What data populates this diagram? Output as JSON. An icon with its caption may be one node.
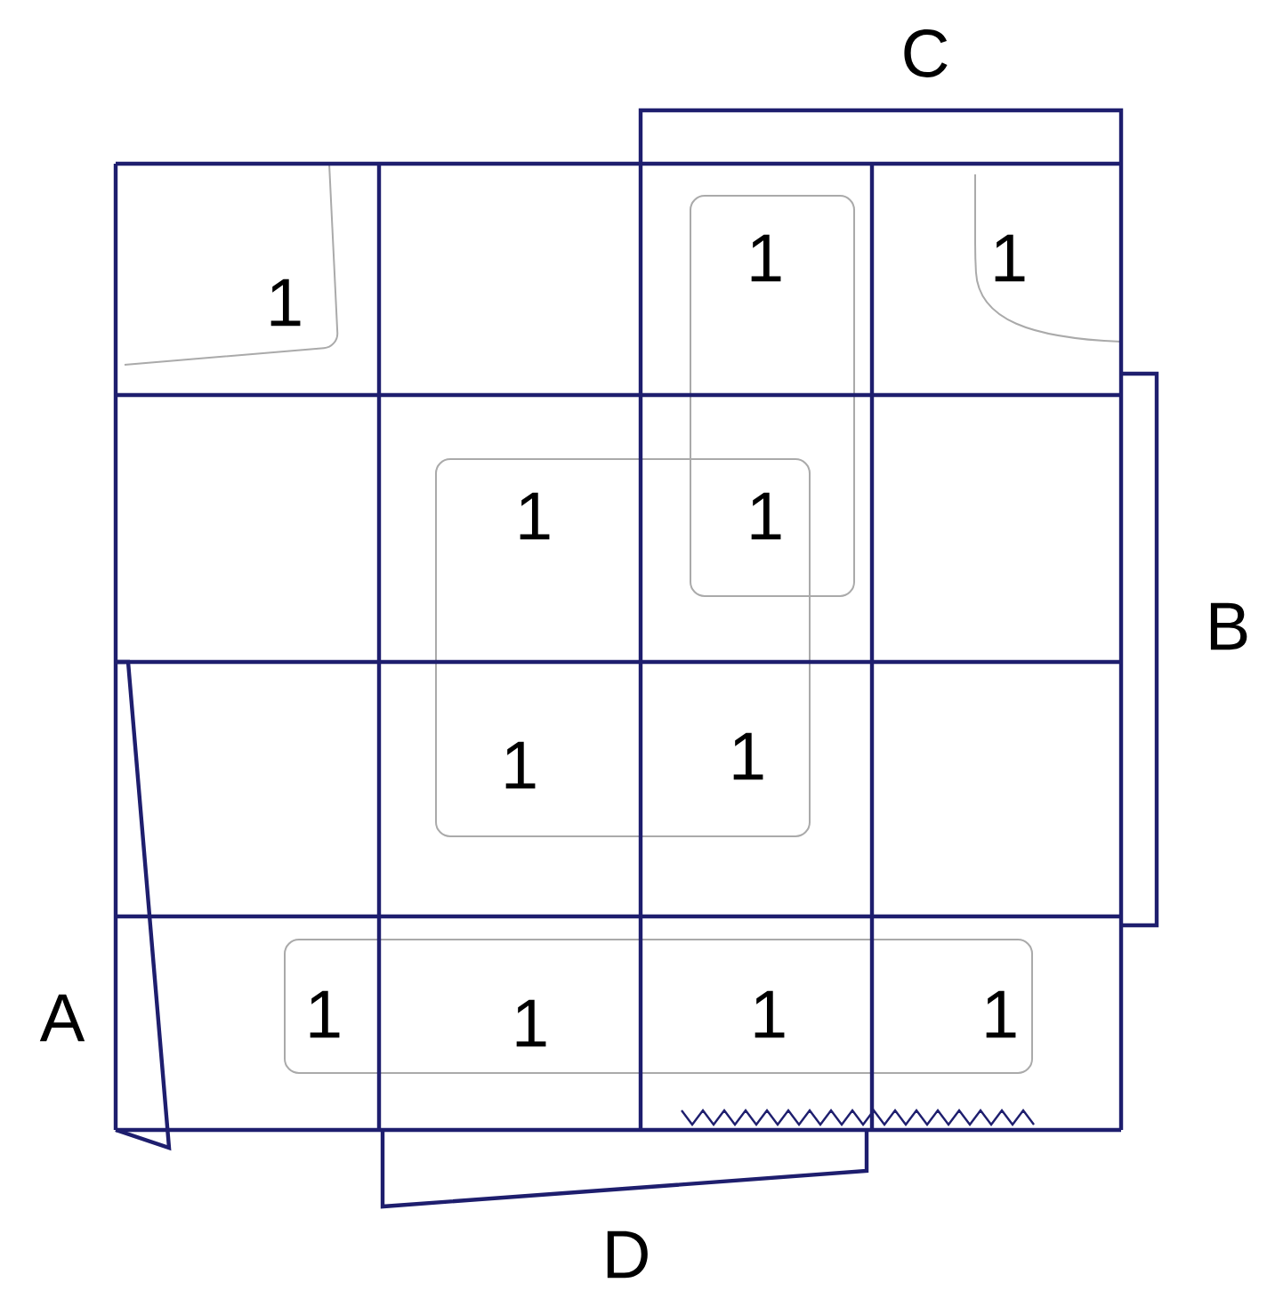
{
  "diagram": {
    "labels": [
      "C",
      "1",
      "1",
      "1",
      "1",
      "1",
      "B",
      "1",
      "1",
      "A",
      "1",
      "1",
      "1",
      "1",
      "D"
    ]
  }
}
